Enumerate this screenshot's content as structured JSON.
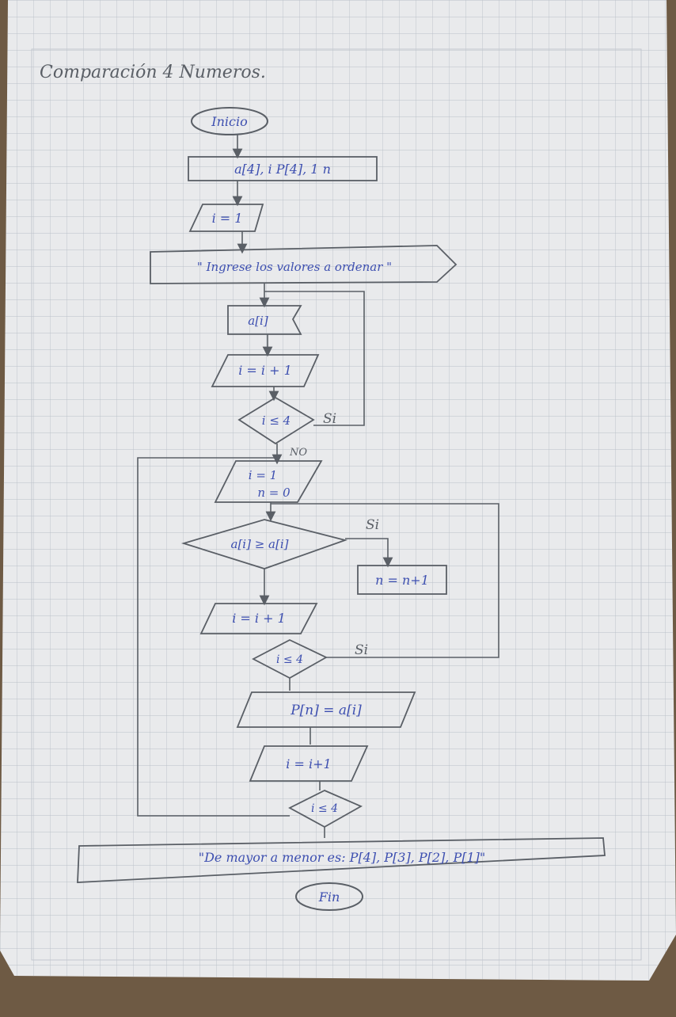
{
  "title": "Comparación 4 Numeros.",
  "colors": {
    "paper": "#e9eaec",
    "grid": "#b9c0c9",
    "pencil": "#5a5f66",
    "ink": "#3d4fb0",
    "desk": "#6e5a44"
  },
  "nodes": {
    "start": "Inicio",
    "declare": "a[4], i P[4], 1 n",
    "init_i": "i = 1",
    "prompt": "\" Ingrese los valores a ordenar \"",
    "read": "a[i]",
    "incr1": "i = i + 1",
    "cond1": "i ≤ 4",
    "init2_a": "i = 1",
    "init2_b": "n = 0",
    "compare": "a[i] ≥ a[i]",
    "count": "n = n+1",
    "incr2": "i = i + 1",
    "cond2": "i ≤ 4",
    "assign": "P[n] = a[i]",
    "incr3": "i = i+1",
    "cond3": "i ≤ 4",
    "output": "\"De mayor a menor es: P[4], P[3], P[2], P[1]\"",
    "end": "Fin"
  },
  "labels": {
    "yes1": "Si",
    "no1": "NO",
    "yes2": "Si",
    "yes3": "Si"
  }
}
